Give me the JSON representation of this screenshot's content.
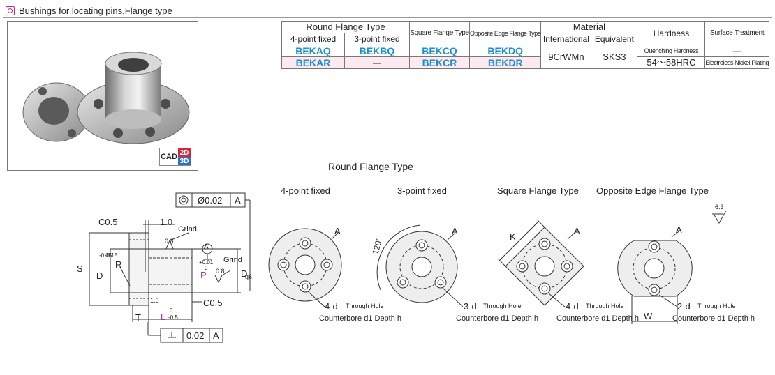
{
  "header": {
    "title": "Bushings for locating pins.Flange type"
  },
  "cad": {
    "label": "CAD",
    "d2": "2D",
    "d3": "3D"
  },
  "table": {
    "round_flange_type": "Round Flange Type",
    "four_point_fixed": "4-point fixed",
    "three_point_fixed": "3-point fixed",
    "square_flange_type": "Square Flange Type",
    "opposite_edge_flange_type": "Opposite Edge Flange Type",
    "material": "Material",
    "international": "International",
    "equivalent": "Equivalent",
    "hardness": "Hardness",
    "surface_treatment": "Surface Treatment",
    "row1": {
      "c4": "BEKAQ",
      "c3": "BEKBQ",
      "sq": "BEKCQ",
      "op": "BEKDQ",
      "surface": "—"
    },
    "row2": {
      "c4": "BEKAR",
      "c3": "—",
      "sq": "BEKCR",
      "op": "BEKDR",
      "surface": "Electroless Nickel Plating"
    },
    "mat_international": "9CrWMn",
    "mat_equivalent": "SKS3",
    "hardness_line1": "Quenching Hardness",
    "hardness_line2": "54～58HRC"
  },
  "drawing": {
    "round_title": "Round Flange Type",
    "four_point": "4-point fixed",
    "three_point": "3-point fixed",
    "square": "Square Flange Type",
    "opposite": "Opposite Edge Flange Type",
    "datum_a": "A",
    "concentricity": "Ø0.02",
    "perp": "0.02",
    "c05_top": "C0.5",
    "c05_bot": "C0.5",
    "one_zero": "1.0",
    "grind": "Grind",
    "r08": "0.8",
    "s": "S",
    "d_tol": "D",
    "d_tol_upper": "-0.05",
    "d_tol_lower": "-0.15",
    "r": "R",
    "p": "P",
    "p_tol": "+0.01",
    "p_tol2": "0",
    "dg6": "D",
    "g6": "g6",
    "r16": "1.6",
    "t": "T",
    "l": "L",
    "l_tol_upper": "0",
    "l_tol_lower": "-0.5",
    "angle": "120°",
    "k": "K",
    "w": "W",
    "surf": "6.3",
    "hole4": "4-d",
    "hole3": "3-d",
    "hole2": "2-d",
    "through": "Through Hole",
    "cbore": "Counterbore d1 Depth h"
  }
}
